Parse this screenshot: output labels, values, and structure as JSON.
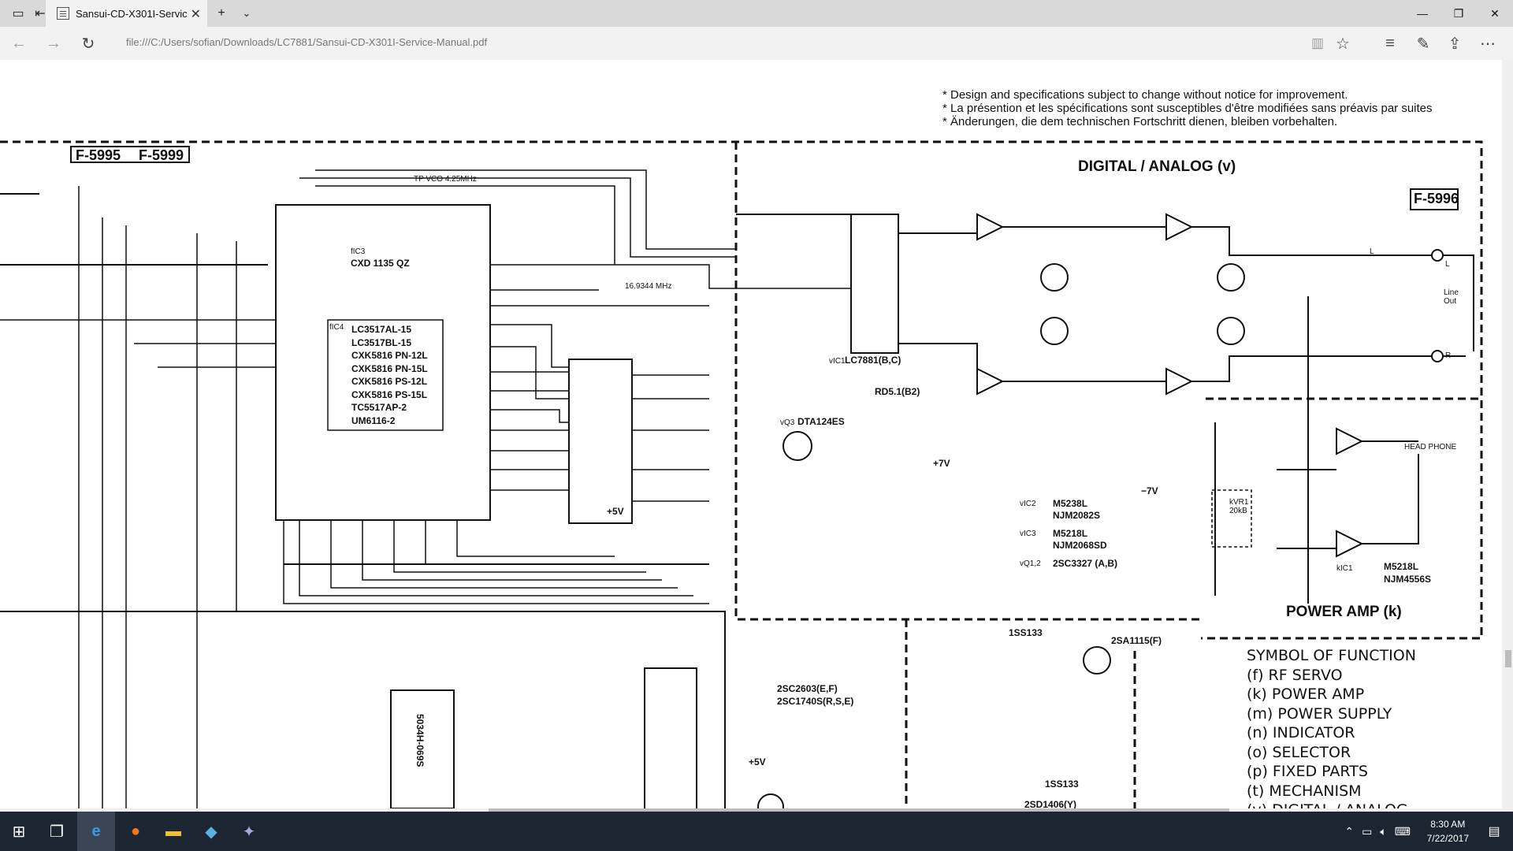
{
  "browser": {
    "tab_title": "Sansui-CD-X301I-Servic",
    "address": "file:///C:/Users/sofian/Downloads/LC7881/Sansui-CD-X301I-Service-Manual.pdf"
  },
  "document": {
    "notes": [
      "* Design and specifications subject to change without notice for improvement.",
      "* La présention et les spécifications sont susceptibles d'être modifiées sans préavis par suites",
      "* Änderungen, die dem technischen Fortschritt dienen, bleiben vorbehalten."
    ],
    "boards": [
      "F-5995",
      "F-5999",
      "F-5996"
    ],
    "section_digital_analog": "DIGITAL / ANALOG (v)",
    "section_power_amp": "POWER AMP (k)",
    "ic_cxd": "CXD 1135 QZ",
    "ic_cxd_ref": "fIC3",
    "ic_memory_ref": "fIC4",
    "ic_memory_list": [
      "LC3517AL-15",
      "LC3517BL-15",
      "CXK5816 PN-12L",
      "CXK5816 PN-15L",
      "CXK5816 PS-12L",
      "CXK5816 PS-15L",
      "TC5517AP-2",
      "UM6116-2"
    ],
    "ic_dac": "LC7881(B,C)",
    "ic_dac_ref": "vIC1",
    "diode_rd": "RD5.1(B2)",
    "transistor_q3": "DTA124ES",
    "transistor_q3_ref": "vQ3",
    "voltage_plus7": "+7V",
    "voltage_minus7": "−7V",
    "voltage_plus5": "+5V",
    "crystal": "16.9344 MHz",
    "tp_vco": "TP VCO 4.25MHz",
    "vic_list": [
      {
        "ref": "vIC2",
        "parts": "M5238L\nNJM2082S"
      },
      {
        "ref": "vIC3",
        "parts": "M5218L\nNJM2068SD"
      },
      {
        "ref": "vQ1,2",
        "parts": "2SC3327 (A,B)"
      }
    ],
    "kic1": "M5218L",
    "kic1_alt": "NJM4556S",
    "kic1_ref": "kIC1",
    "headphone": "HEAD PHONE",
    "line_out": "Line Out",
    "out_l": "L",
    "out_r": "R",
    "kvr1": "kVR1\n20kB",
    "psu_parts": [
      "1SS133",
      "2SA1115(F)",
      "2SC2603(E,F)",
      "2SC1740S(R,S,E)",
      "1SS133",
      "2SD1406(Y)"
    ],
    "ic_5034": "5034H-069S",
    "legend_title": "SYMBOL OF FUNCTION",
    "legend_items": [
      "(f) RF SERVO",
      "(k) POWER AMP",
      "(m) POWER SUPPLY",
      "(n) INDICATOR",
      "(o) SELECTOR",
      "(p) FIXED PARTS",
      "(t) MECHANISM",
      "(v) DIGITAL / ANALOG"
    ]
  },
  "taskbar": {
    "time": "8:30 AM",
    "date": "7/22/2017"
  }
}
